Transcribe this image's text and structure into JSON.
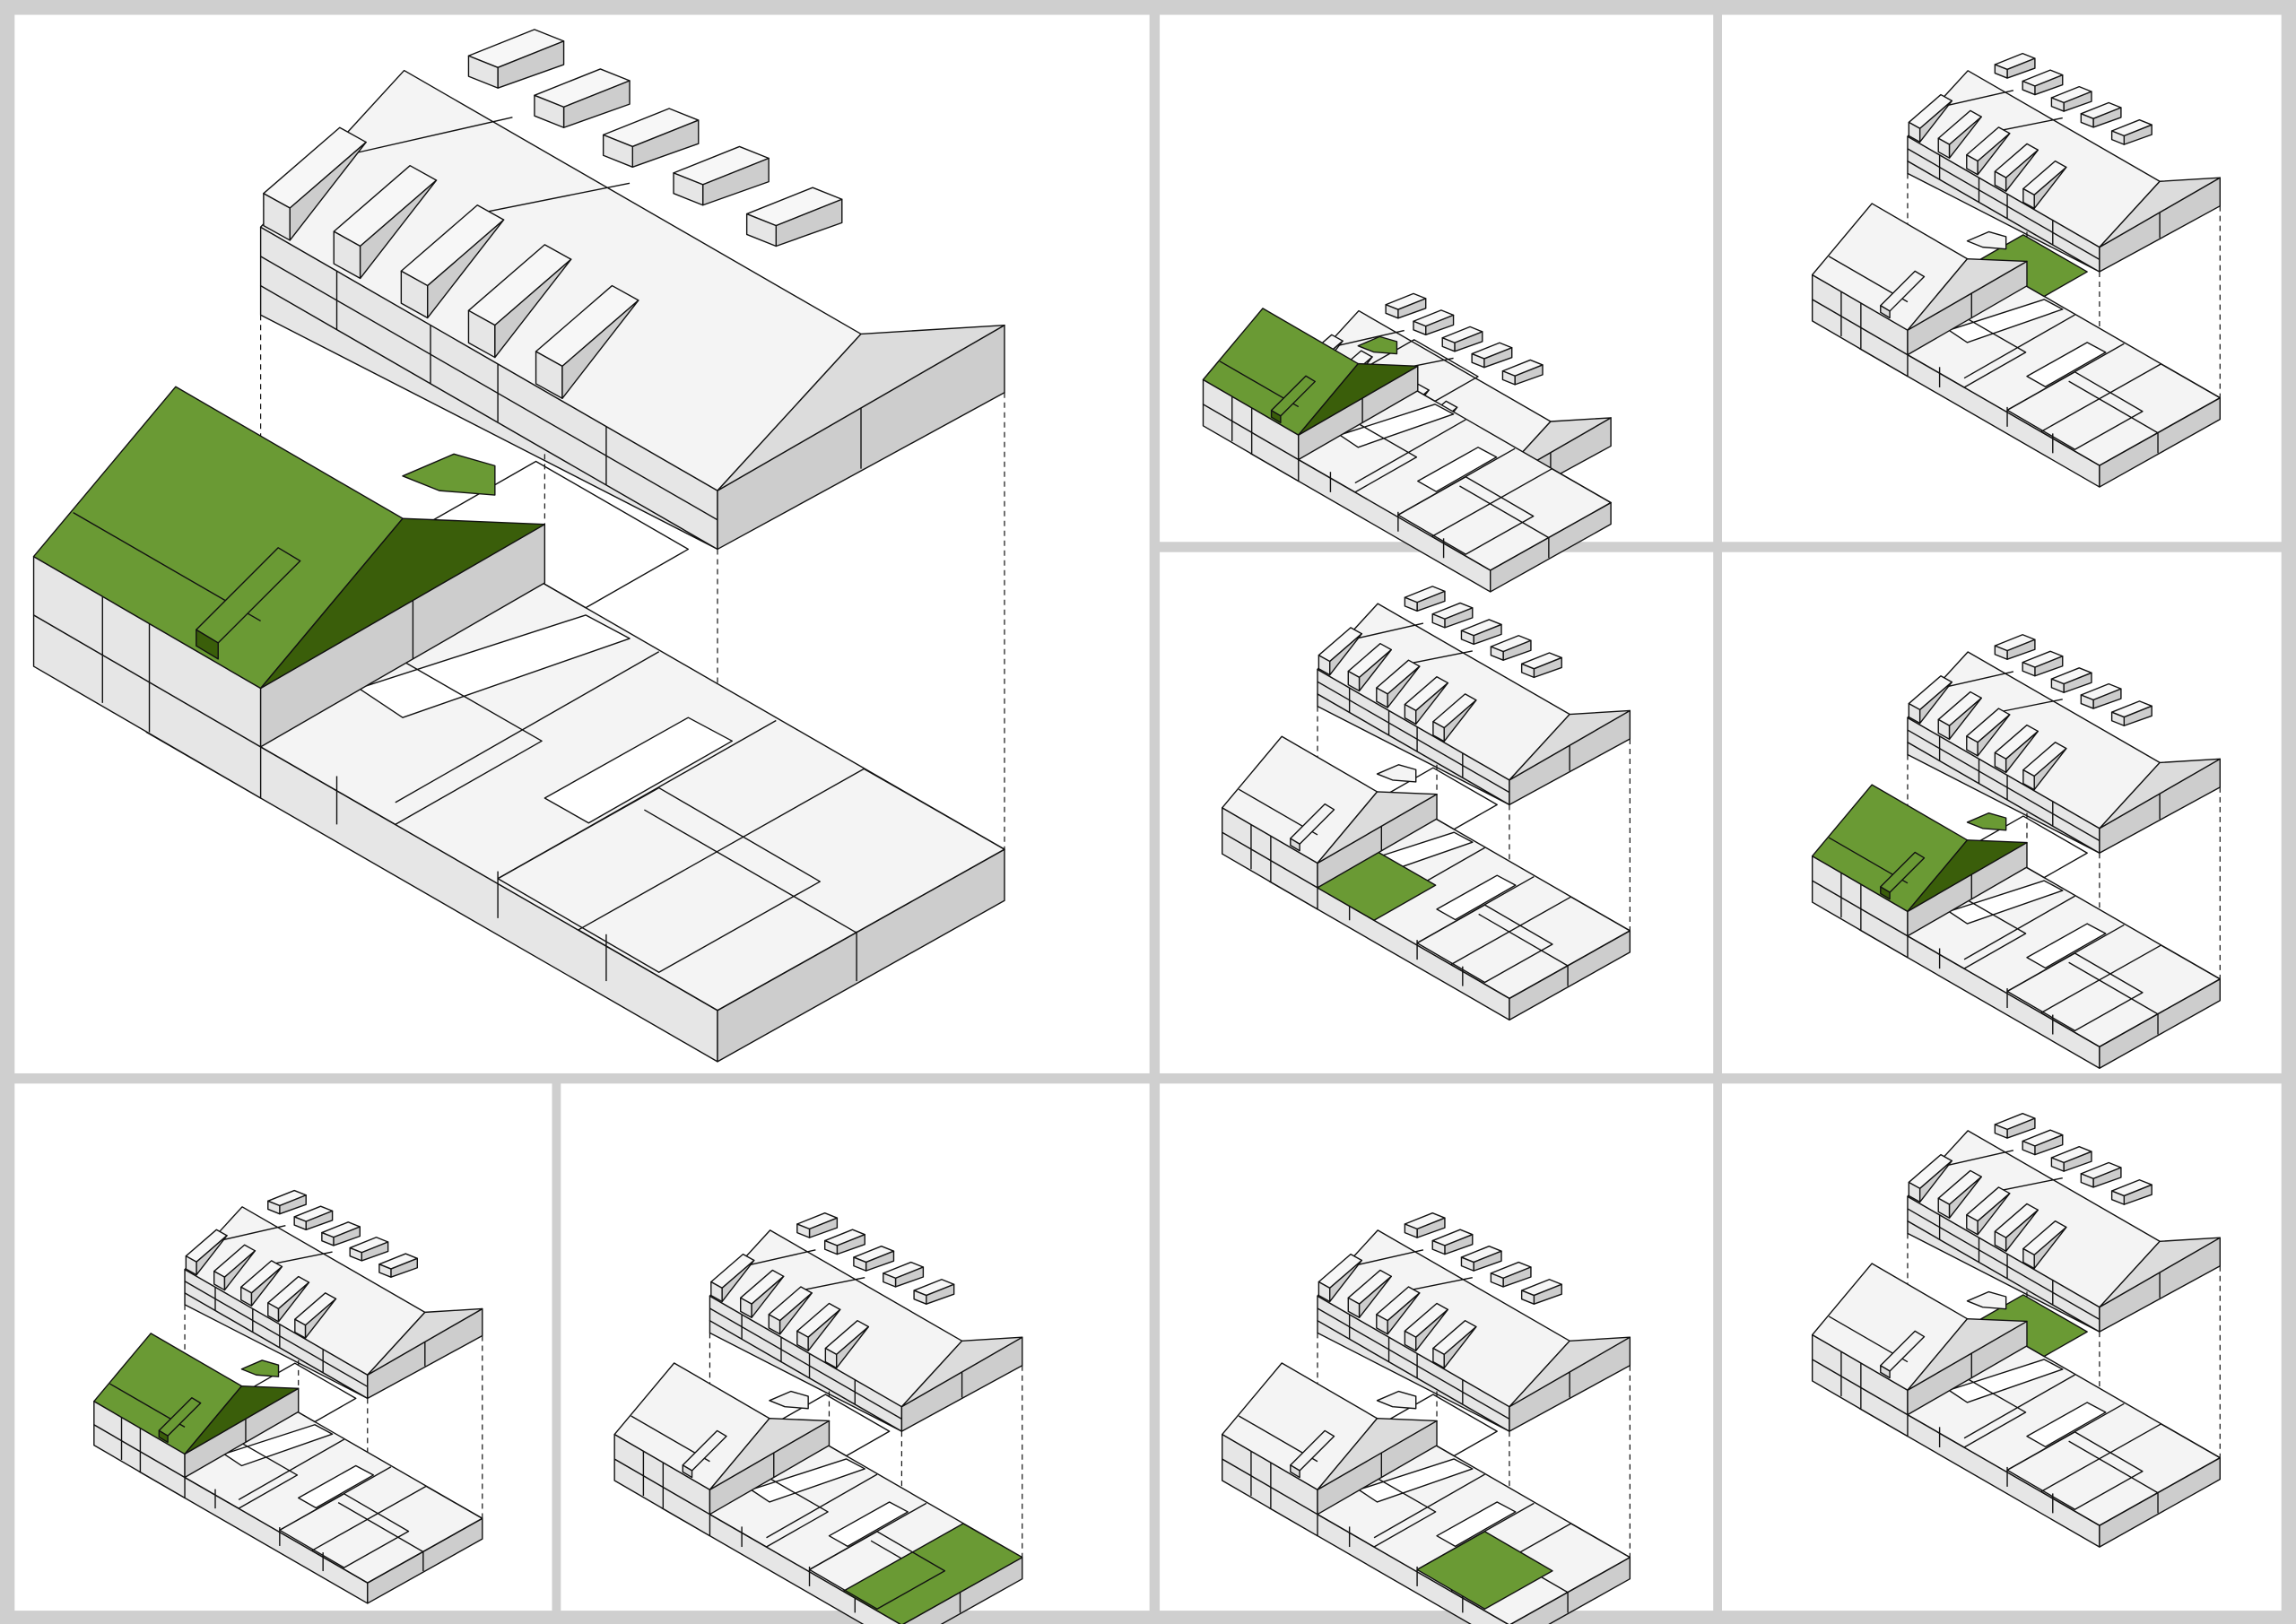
{
  "figure": {
    "description_type": "exploded isometric massing diagrams",
    "colors": {
      "background": "#cfcfcf",
      "panel": "#ffffff",
      "mass_top": "#f4f4f4",
      "mass_light": "#e6e6e6",
      "mass_dark": "#cdcdcd",
      "highlight": "#6a9a34",
      "highlight_dark": "#3a5e0a",
      "line": "#111111"
    },
    "panels": [
      {
        "id": "main",
        "highlight": "gable-building"
      },
      {
        "id": "r1c1",
        "highlight": "gable-building"
      },
      {
        "id": "r1c2",
        "highlight": "slab-back"
      },
      {
        "id": "r2c1",
        "highlight": "slab-left"
      },
      {
        "id": "r2c2",
        "highlight": "gable-building"
      },
      {
        "id": "b1",
        "highlight": "gable-building"
      },
      {
        "id": "b2",
        "highlight": "slab-right"
      },
      {
        "id": "b3",
        "highlight": "slab-front"
      },
      {
        "id": "b4",
        "highlight": "slab-back"
      }
    ]
  }
}
